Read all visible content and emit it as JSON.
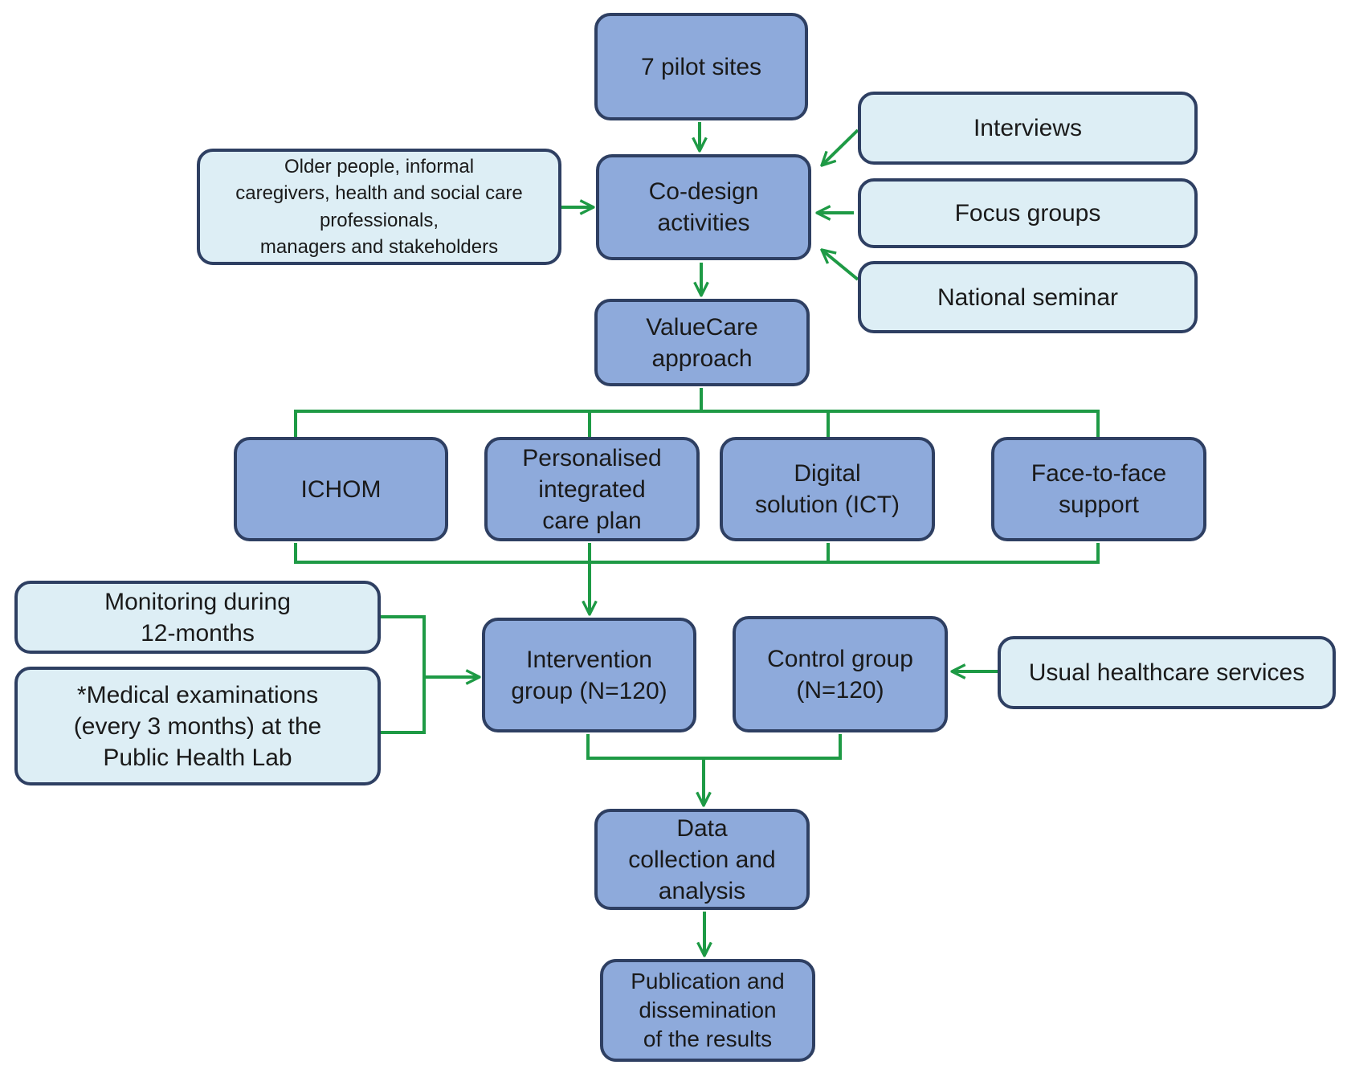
{
  "colors": {
    "main_box_fill": "#8eaadb",
    "side_box_fill": "#ddeef5",
    "border": "#2e3f62",
    "arrow": "#1e9a45"
  },
  "boxes": {
    "pilot_sites": [
      "7 pilot sites"
    ],
    "co_design": [
      "Co-design",
      "activities"
    ],
    "participants": [
      "Older people,  informal",
      "caregivers, health and social care",
      "professionals,",
      "managers and stakeholders"
    ],
    "interviews": [
      "Interviews"
    ],
    "focus_groups": [
      "Focus groups"
    ],
    "national_seminar": [
      "National seminar"
    ],
    "valuecare": [
      "ValueCare",
      "approach"
    ],
    "ichom": [
      "ICHOM"
    ],
    "care_plan": [
      "Personalised",
      "integrated",
      "care plan"
    ],
    "digital": [
      "Digital",
      "solution (ICT)"
    ],
    "face_to_face": [
      "Face-to-face",
      "support"
    ],
    "monitoring": [
      "Monitoring  during",
      "12-months"
    ],
    "medical": [
      "*Medical examinations",
      "(every 3 months)  at the",
      "Public Health Lab"
    ],
    "intervention": [
      "Intervention",
      "group  (N=120)"
    ],
    "control": [
      "Control  group",
      "(N=120)"
    ],
    "usual_care": [
      "Usual healthcare services"
    ],
    "data_collection": [
      "Data",
      "collection and",
      "analysis"
    ],
    "publication": [
      "Publication and",
      "dissemination",
      "of the results"
    ]
  }
}
